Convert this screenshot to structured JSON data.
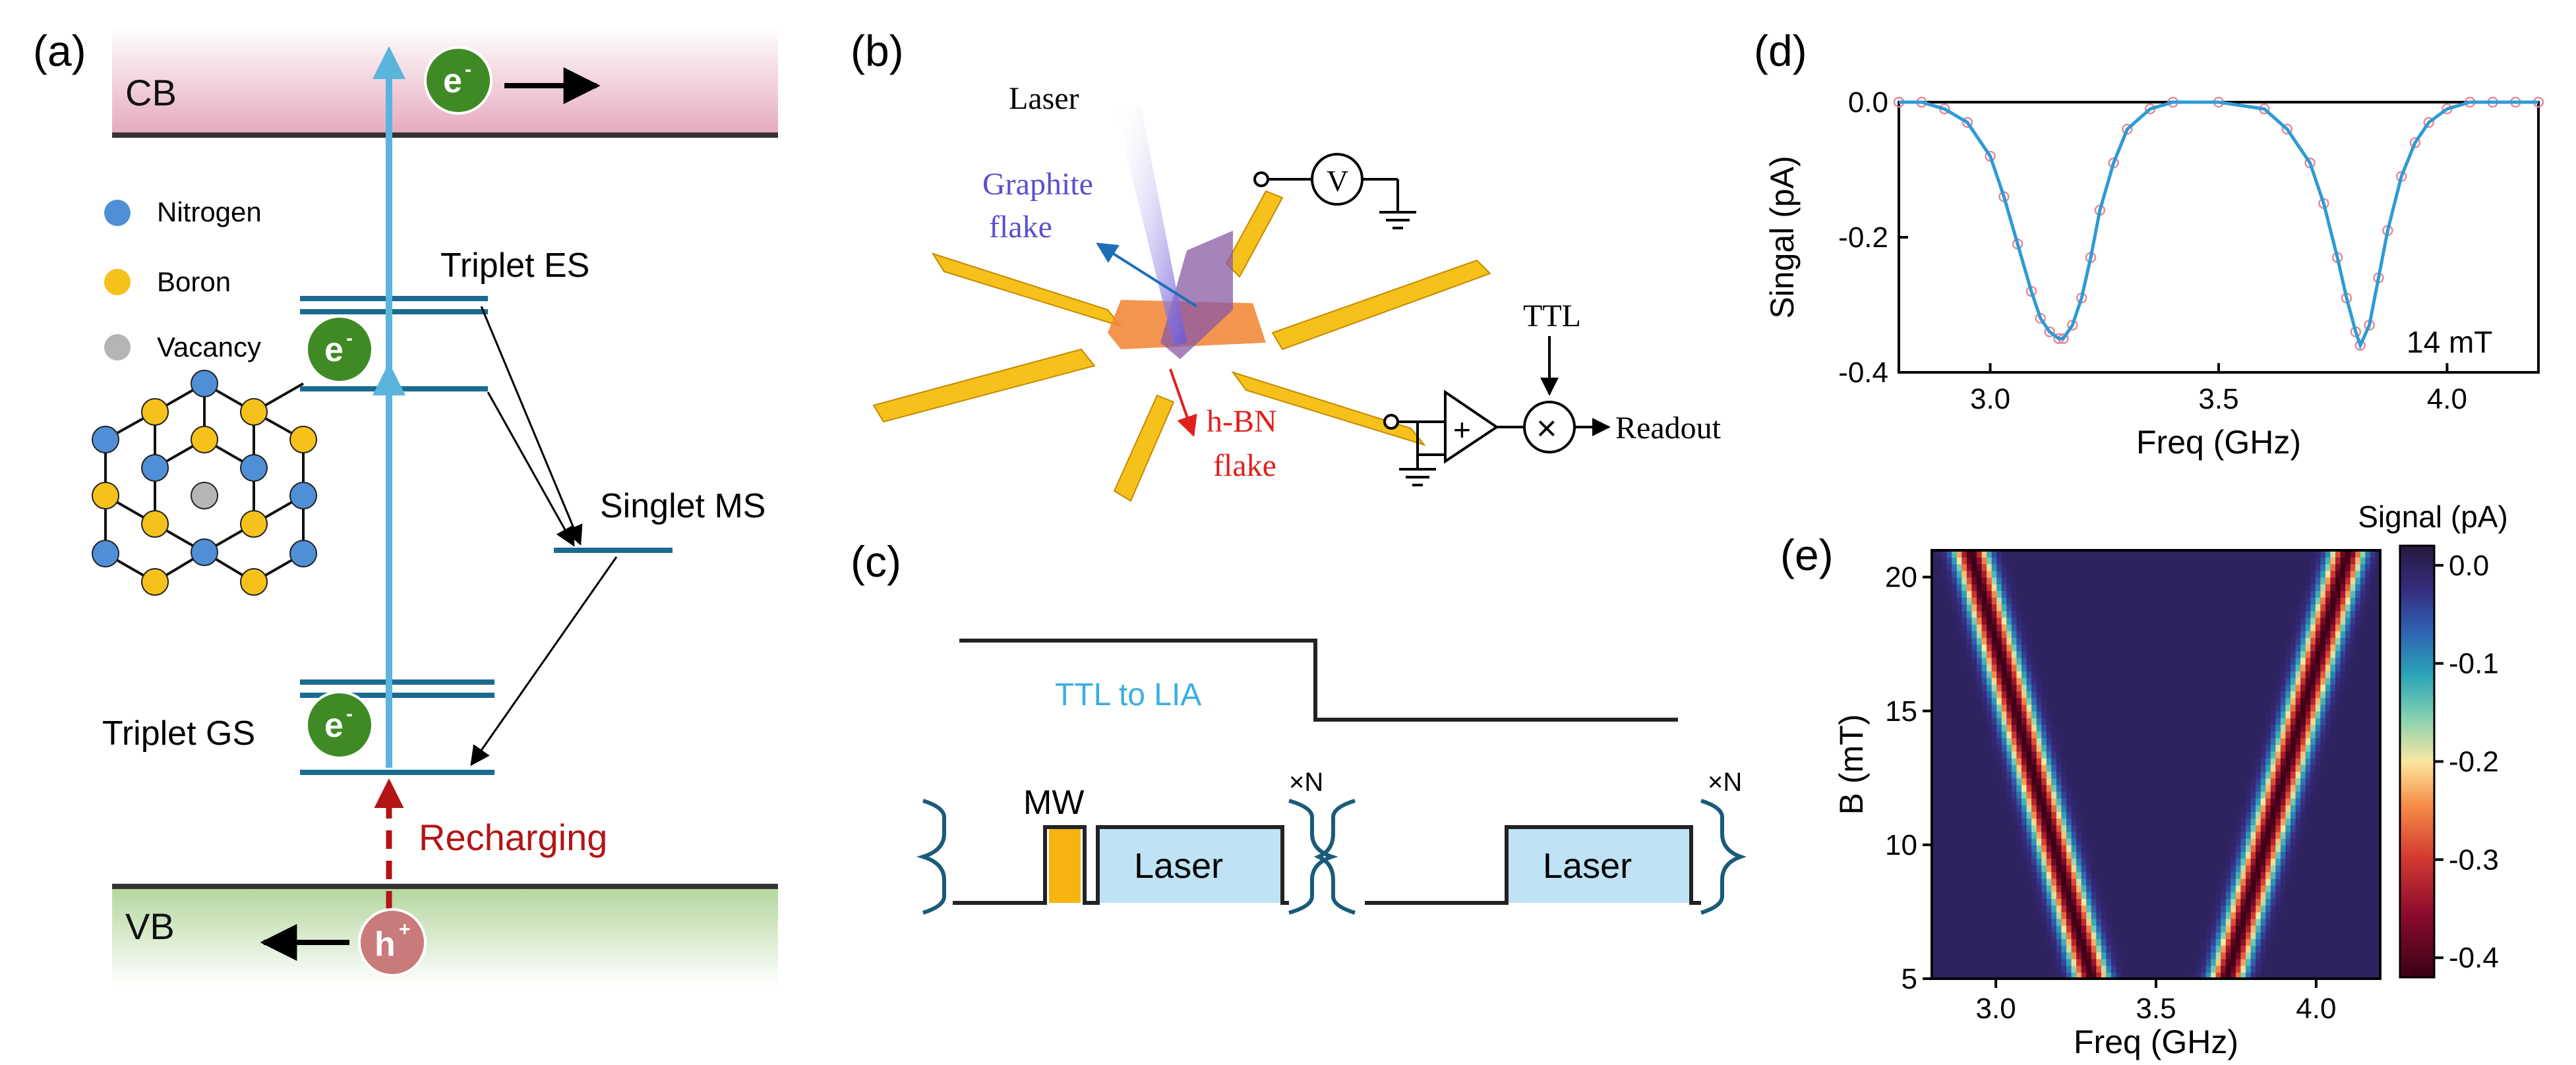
{
  "panel_a": {
    "label": "(a)",
    "cb_label": "CB",
    "vb_label": "VB",
    "legend": [
      {
        "label": "Nitrogen",
        "color": "#4f8fd6"
      },
      {
        "label": "Boron",
        "color": "#f6c11a"
      },
      {
        "label": "Vacancy",
        "color": "#b5b5b5"
      }
    ],
    "triplet_es": "Triplet ES",
    "singlet_ms": "Singlet MS",
    "triplet_gs": "Triplet GS",
    "recharging": "Recharging",
    "electron": "e",
    "electron_sup": "-",
    "hole": "h",
    "hole_sup": "+"
  },
  "panel_b": {
    "label": "(b)",
    "laser": "Laser",
    "graphite_line1": "Graphite",
    "graphite_line2": "flake",
    "hbn_line1": "h-BN",
    "hbn_line2": "flake",
    "voltmeter": "V",
    "ttl": "TTL",
    "plus": "+",
    "times": "×",
    "readout": "Readout"
  },
  "panel_c": {
    "label": "(c)",
    "ttl_to_lia": "TTL to LIA",
    "mw": "MW",
    "laser1": "Laser",
    "laser2": "Laser",
    "repeat1": "×N",
    "repeat2": "×N"
  },
  "colors": {
    "cb_band": "#ebb8c8",
    "vb_band": "#bfdca8",
    "level": "#1a6b8f",
    "excite_arrow": "#5ab4dc",
    "electron": "#3f8a25",
    "hole": "#c97a7a",
    "recharge": "#b31515",
    "ttl_text": "#3aaee0",
    "laser_box": "#bfe2f5",
    "mw": "#f6b50e",
    "graphite_text": "#5a4fcf",
    "hbn_text": "#e0201c",
    "electrode": "#f6c11a",
    "trace": "#2e9bd3",
    "markers": "#e48a9a"
  },
  "chart_data": [
    {
      "panel": "(d)",
      "type": "line",
      "xlabel": "Freq (GHz)",
      "ylabel": "Singal (pA)",
      "xlim": [
        2.8,
        4.2
      ],
      "ylim": [
        -0.4,
        0.0
      ],
      "xticks": [
        3.0,
        3.5,
        4.0
      ],
      "yticks": [
        0.0,
        -0.2,
        -0.4
      ],
      "xtick_labels": [
        "3.0",
        "3.5",
        "4.0"
      ],
      "ytick_labels": [
        "0.0",
        "-0.2",
        "-0.4"
      ],
      "annotation": "14 mT",
      "series": [
        {
          "x": [
            2.8,
            2.85,
            2.9,
            2.95,
            3.0,
            3.03,
            3.06,
            3.09,
            3.11,
            3.13,
            3.15,
            3.16,
            3.18,
            3.2,
            3.22,
            3.24,
            3.27,
            3.3,
            3.35,
            3.4,
            3.5,
            3.6,
            3.65,
            3.7,
            3.73,
            3.76,
            3.78,
            3.8,
            3.81,
            3.83,
            3.85,
            3.87,
            3.9,
            3.93,
            3.96,
            4.0,
            4.05,
            4.1,
            4.15,
            4.2
          ],
          "y": [
            0.0,
            0.0,
            -0.01,
            -0.03,
            -0.08,
            -0.14,
            -0.21,
            -0.28,
            -0.32,
            -0.34,
            -0.35,
            -0.35,
            -0.33,
            -0.29,
            -0.23,
            -0.16,
            -0.09,
            -0.04,
            -0.01,
            0.0,
            0.0,
            -0.01,
            -0.04,
            -0.09,
            -0.15,
            -0.23,
            -0.29,
            -0.34,
            -0.36,
            -0.33,
            -0.26,
            -0.19,
            -0.11,
            -0.06,
            -0.03,
            -0.01,
            0.0,
            0.0,
            0.0,
            0.0
          ]
        }
      ]
    },
    {
      "panel": "(e)",
      "type": "heatmap",
      "xlabel": "Freq (GHz)",
      "ylabel": "B (mT)",
      "xlim": [
        2.8,
        4.2
      ],
      "ylim": [
        5,
        21
      ],
      "xticks": [
        3.0,
        3.5,
        4.0
      ],
      "yticks": [
        5,
        10,
        15,
        20
      ],
      "xtick_labels": [
        "3.0",
        "3.5",
        "4.0"
      ],
      "ytick_labels": [
        "5",
        "10",
        "15",
        "20"
      ],
      "colorbar_label": "Signal (pA)",
      "colorbar_range": [
        -0.42,
        0.02
      ],
      "colorbar_ticks": [
        0.0,
        -0.1,
        -0.2,
        -0.3,
        -0.4
      ],
      "colorbar_tick_labels": [
        "0.0",
        "-0.1",
        "-0.2",
        "-0.3",
        "-0.4"
      ],
      "lines": [
        {
          "name": "lower branch",
          "points": [
            [
              3.3,
              5
            ],
            [
              2.92,
              21
            ]
          ],
          "depth": -0.42
        },
        {
          "name": "upper branch",
          "points": [
            [
              3.72,
              5
            ],
            [
              4.1,
              21
            ]
          ],
          "depth": -0.42
        }
      ],
      "dip_width_ghz": 0.048,
      "background": 0.0
    }
  ]
}
